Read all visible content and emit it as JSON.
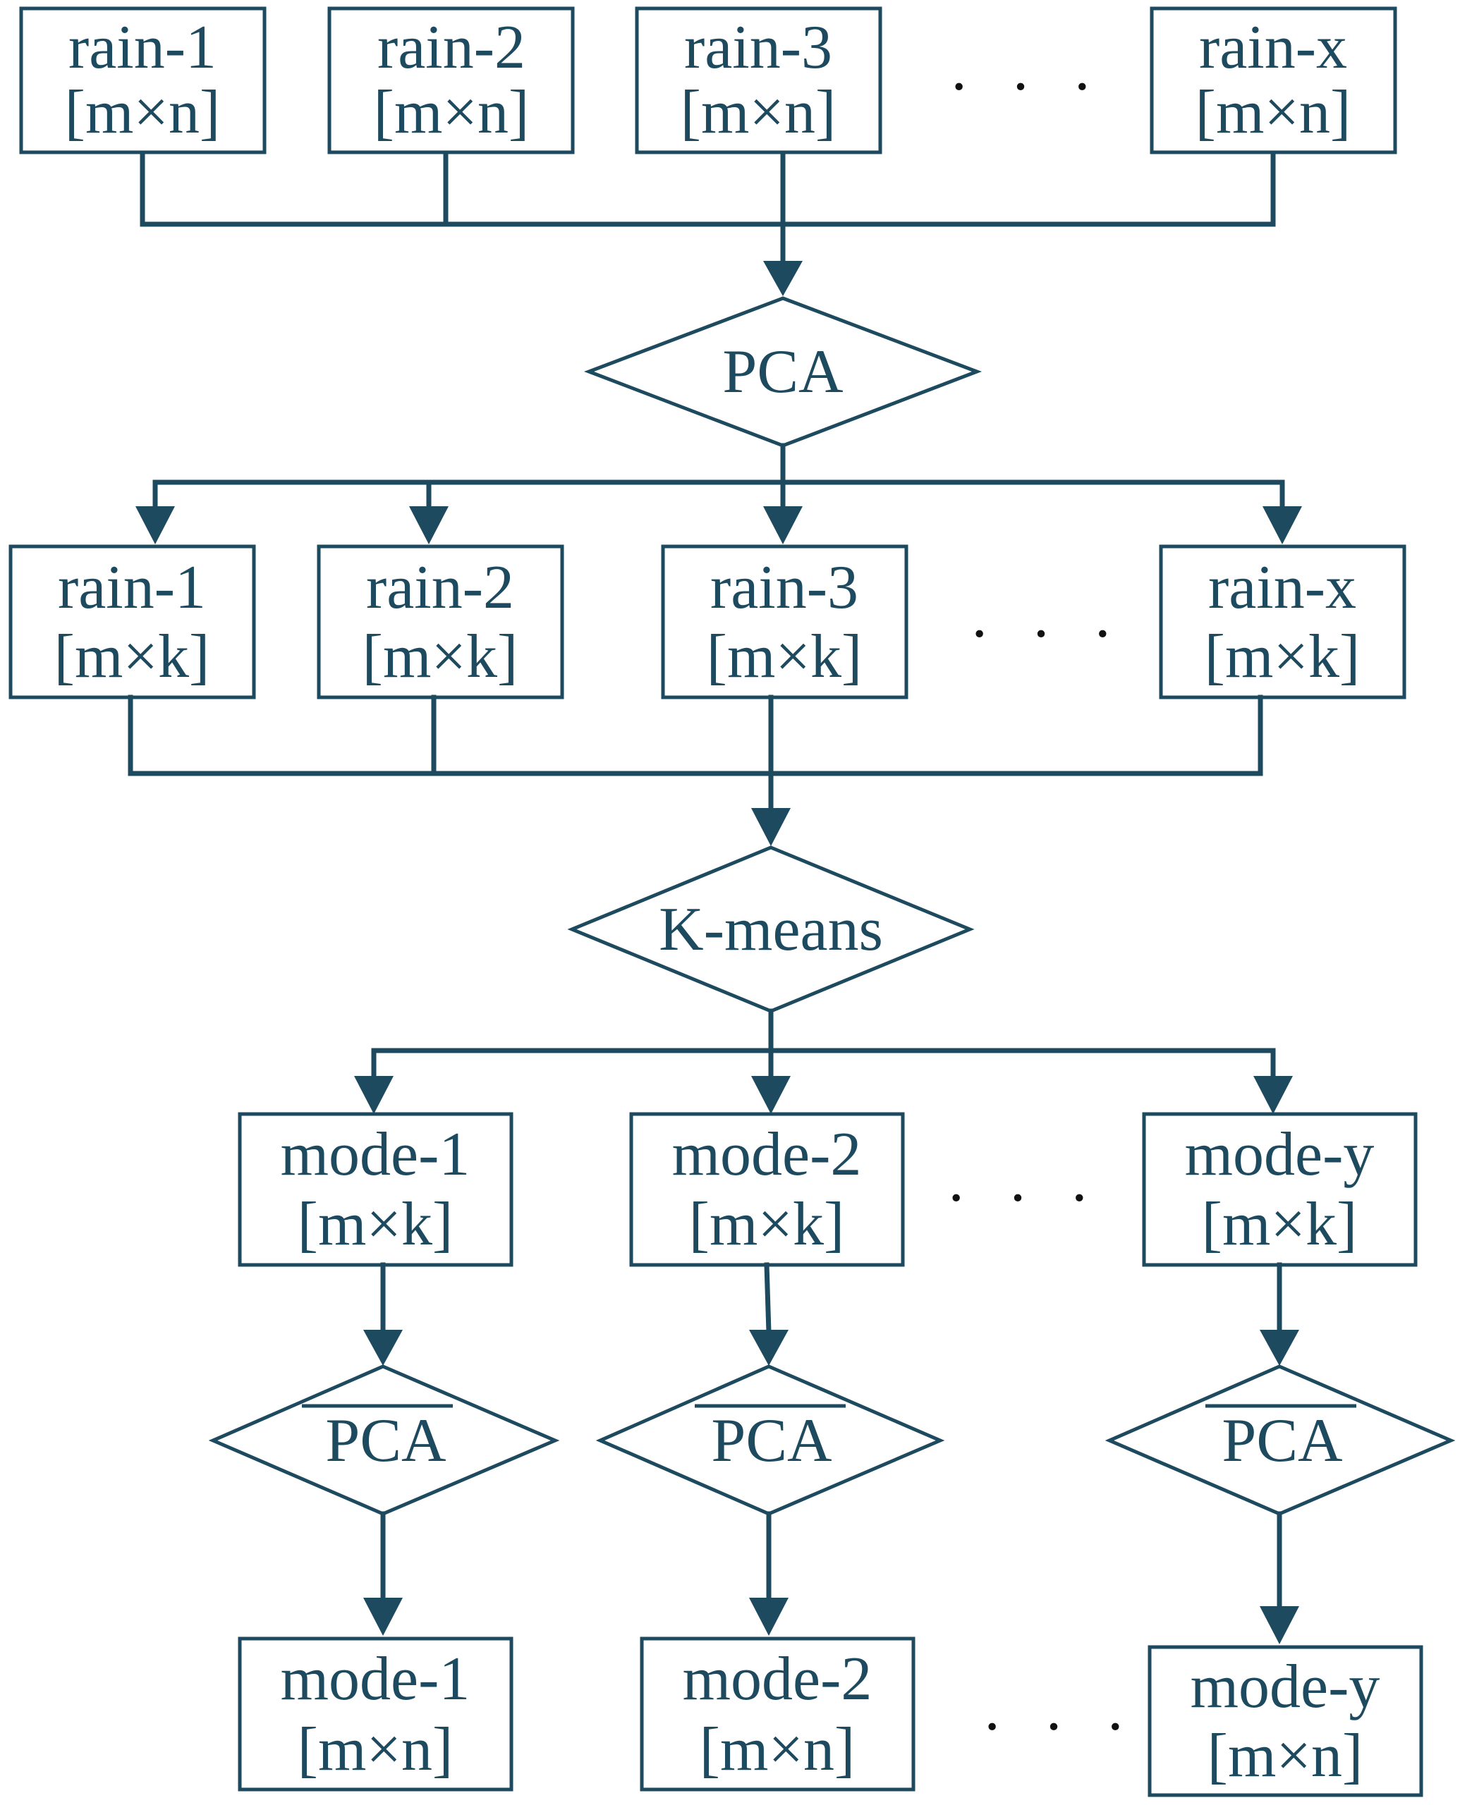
{
  "colors": {
    "stroke": "#1d4a5e",
    "text": "#1d4a5e",
    "ellipsis": "#111111"
  },
  "row1": {
    "boxes": [
      {
        "line1": "rain-1",
        "line2": "[m×n]"
      },
      {
        "line1": "rain-2",
        "line2": "[m×n]"
      },
      {
        "line1": "rain-3",
        "line2": "[m×n]"
      },
      {
        "line1": "rain-x",
        "line2": "[m×n]"
      }
    ],
    "ellipsis": "· · ·"
  },
  "pca": {
    "label": "PCA"
  },
  "row2": {
    "boxes": [
      {
        "line1": "rain-1",
        "line2": "[m×k]"
      },
      {
        "line1": "rain-2",
        "line2": "[m×k]"
      },
      {
        "line1": "rain-3",
        "line2": "[m×k]"
      },
      {
        "line1": "rain-x",
        "line2": "[m×k]"
      }
    ],
    "ellipsis": "· · ·"
  },
  "kmeans": {
    "label": "K-means"
  },
  "row3": {
    "boxes": [
      {
        "line1": "mode-1",
        "line2": "[m×k]"
      },
      {
        "line1": "mode-2",
        "line2": "[m×k]"
      },
      {
        "line1": "mode-y",
        "line2": "[m×k]"
      }
    ],
    "ellipsis": "· · ·"
  },
  "inverse_pca": {
    "labels": [
      "PCA",
      "PCA",
      "PCA"
    ]
  },
  "row4": {
    "boxes": [
      {
        "line1": "mode-1",
        "line2": "[m×n]"
      },
      {
        "line1": "mode-2",
        "line2": "[m×n]"
      },
      {
        "line1": "mode-y",
        "line2": "[m×n]"
      }
    ],
    "ellipsis": "· · ·"
  }
}
